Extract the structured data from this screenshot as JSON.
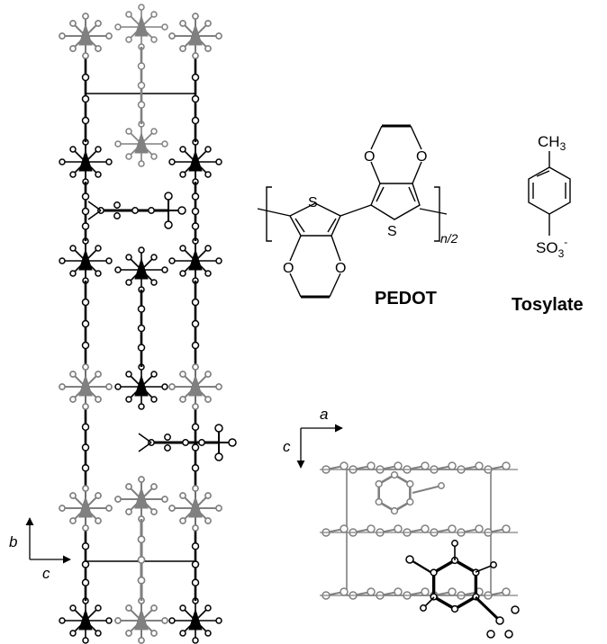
{
  "labels": {
    "pedot": "PEDOT",
    "tosylate": "Tosylate",
    "sulfur_left": "S",
    "sulfur_right": "S",
    "oxygen_1": "O",
    "oxygen_2": "O",
    "oxygen_3": "O",
    "oxygen_4": "O",
    "subscript_n2": "n/2",
    "ch3": "CH",
    "ch3_sub": "3",
    "so3": "SO",
    "so3_sub": "3",
    "so3_charge": "-"
  },
  "axes_left": {
    "vertical": "b",
    "horizontal": "c"
  },
  "axes_right": {
    "horizontal": "a",
    "vertical": "c"
  },
  "colors": {
    "ink": "#000000",
    "grey": "#808080",
    "background": "#ffffff"
  }
}
